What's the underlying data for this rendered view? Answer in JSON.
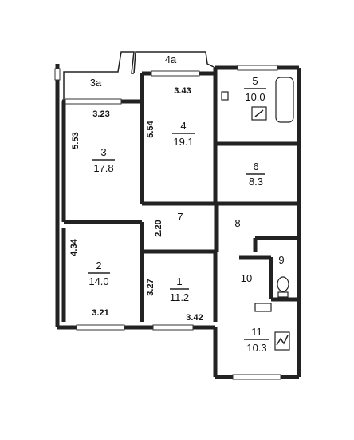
{
  "colors": {
    "wall": "#222222",
    "background": "#ffffff",
    "text": "#111111"
  },
  "rooms": [
    {
      "id": "3a",
      "number": "3a",
      "area": ""
    },
    {
      "id": "4a",
      "number": "4a",
      "area": ""
    },
    {
      "id": "1",
      "number": "1",
      "area": "11.2"
    },
    {
      "id": "2",
      "number": "2",
      "area": "14.0"
    },
    {
      "id": "3",
      "number": "3",
      "area": "17.8"
    },
    {
      "id": "4",
      "number": "4",
      "area": "19.1"
    },
    {
      "id": "5",
      "number": "5",
      "area": "10.0"
    },
    {
      "id": "6",
      "number": "6",
      "area": "8.3"
    },
    {
      "id": "7",
      "number": "7",
      "area": ""
    },
    {
      "id": "8",
      "number": "8",
      "area": ""
    },
    {
      "id": "9",
      "number": "9",
      "area": ""
    },
    {
      "id": "10",
      "number": "10",
      "area": ""
    },
    {
      "id": "11",
      "number": "11",
      "area": "10.3"
    }
  ],
  "dimensions": {
    "d_3_23": "3.23",
    "d_3_43": "3.43",
    "d_5_53": "5.53",
    "d_5_54": "5.54",
    "d_2_20": "2.20",
    "d_4_34": "4.34",
    "d_3_27": "3.27",
    "d_3_21": "3.21",
    "d_3_42": "3.42"
  }
}
